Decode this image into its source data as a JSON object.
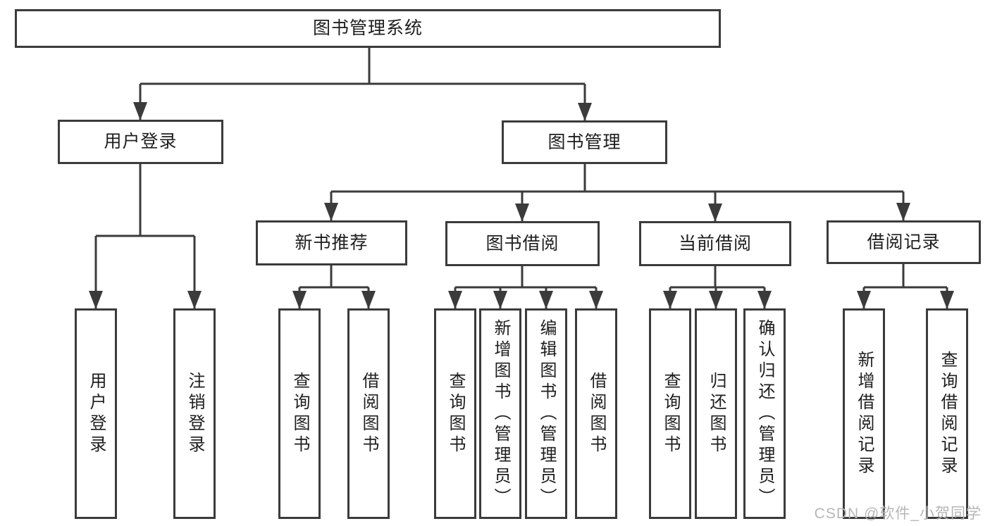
{
  "diagram": {
    "title": "图书管理系统",
    "colors": {
      "border": "#3b3b3b",
      "text": "#1e1e1e",
      "watermark": "#b6b6b6",
      "background": "#ffffff"
    },
    "nodes": {
      "root": {
        "label": "图书管理系统"
      },
      "user_login": {
        "label": "用户登录"
      },
      "book_mgmt": {
        "label": "图书管理"
      },
      "new_book": {
        "label": "新书推荐"
      },
      "book_borrow": {
        "label": "图书借阅"
      },
      "current_borrow": {
        "label": "当前借阅"
      },
      "borrow_record": {
        "label": "借阅记录"
      },
      "ul_login": {
        "label": "用户登录"
      },
      "ul_logout": {
        "label": "注销登录"
      },
      "nb_query": {
        "label": "查询图书"
      },
      "nb_borrow": {
        "label": "借阅图书"
      },
      "bb_query": {
        "label": "查询图书"
      },
      "bb_add": {
        "label": "新增图书（管理员）"
      },
      "bb_edit": {
        "label": "编辑图书（管理员）"
      },
      "bb_borrow": {
        "label": "借阅图书"
      },
      "cb_query": {
        "label": "查询图书"
      },
      "cb_return": {
        "label": "归还图书"
      },
      "cb_confirm": {
        "label": "确认归还（管理员）"
      },
      "br_add": {
        "label": "新增借阅记录"
      },
      "br_query": {
        "label": "查询借阅记录"
      }
    },
    "hierarchy": {
      "图书管理系统": [
        "用户登录",
        "图书管理"
      ],
      "用户登录": [
        "用户登录",
        "注销登录"
      ],
      "图书管理": [
        "新书推荐",
        "图书借阅",
        "当前借阅",
        "借阅记录"
      ],
      "新书推荐": [
        "查询图书",
        "借阅图书"
      ],
      "图书借阅": [
        "查询图书",
        "新增图书（管理员）",
        "编辑图书（管理员）",
        "借阅图书"
      ],
      "当前借阅": [
        "查询图书",
        "归还图书",
        "确认归还（管理员）"
      ],
      "借阅记录": [
        "新增借阅记录",
        "查询借阅记录"
      ]
    }
  },
  "watermark": {
    "text": "CSDN @软件_小贺同学"
  }
}
